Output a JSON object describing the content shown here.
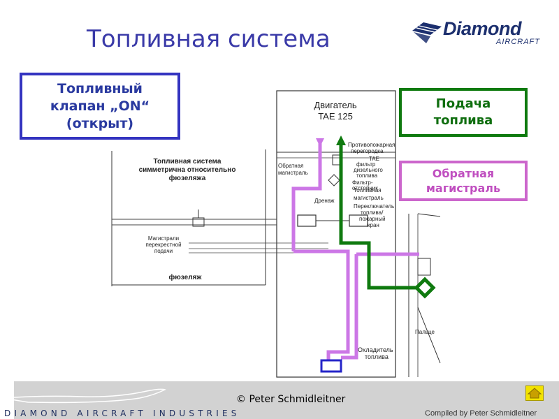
{
  "title": "Топливная система",
  "logo": {
    "name": "Diamond",
    "sub": "AIRCRAFT"
  },
  "callouts": {
    "valve_lines": [
      "Топливный",
      "клапан „ON“",
      "(открыт)"
    ],
    "supply_lines": [
      "Подача",
      "топлива"
    ],
    "return_lines": [
      "Обратная",
      "магистраль"
    ]
  },
  "diagram": {
    "engine_lines": [
      "Двигатель",
      "TAE 125"
    ],
    "firewall_lines": [
      "Противопожарная",
      "перегородка"
    ],
    "return_line_lines": [
      "Обратная",
      "магистраль"
    ],
    "tae_filter_lines": [
      "TAE",
      "фильтр",
      "дизельного",
      "топлива"
    ],
    "settler_lines": [
      "Фильтр-",
      "отстойник"
    ],
    "fuel_line_lines": [
      "Топливная",
      "магистраль"
    ],
    "drain": "Дренаж",
    "selector_lines": [
      "Переключатель",
      "топлива/",
      "пожарный",
      "кран"
    ],
    "symmetric_lines": [
      "Топливная система",
      "симметрична относительно",
      "фюзеляжа"
    ],
    "crossfeed_lines": [
      "Магистрали",
      "перекрестной",
      "подачи"
    ],
    "fuselage": "фюзеляж",
    "cooler_lines": [
      "Охладитель",
      "топлива"
    ],
    "finger_label": "Пальце"
  },
  "footer": {
    "brand": "DIAMOND AIRCRAFT INDUSTRIES",
    "copyright": "© Peter Schmidleitner",
    "compiled": "Compiled by Peter Schmidleitner"
  },
  "colors": {
    "supply": "#0f7a0f",
    "return": "#cc77e6",
    "valve": "#3434c0",
    "title": "#3a3aa8"
  }
}
